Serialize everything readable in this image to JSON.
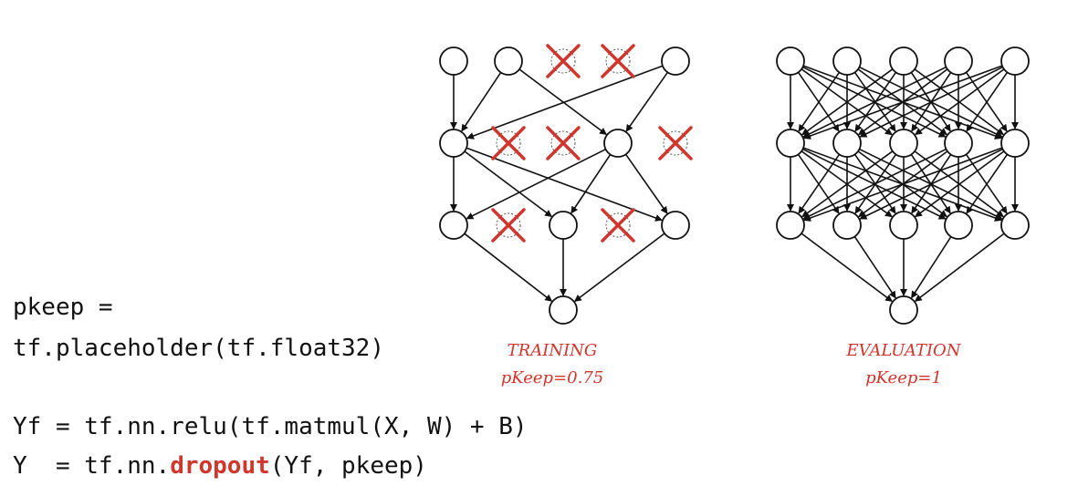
{
  "code": {
    "line1": "pkeep =",
    "line2": "tf.placeholder(tf.float32)",
    "line3": "Yf = tf.nn.relu(tf.matmul(X, W) + B)",
    "line4_prefix": "Y  = tf.nn.",
    "line4_keyword": "dropout",
    "line4_suffix": "(Yf, pkeep)"
  },
  "training": {
    "caption_title": "TRAINING",
    "caption_value": "pKeep=0.75",
    "dropped_nodes": [
      [
        0,
        2
      ],
      [
        0,
        3
      ],
      [
        1,
        1
      ],
      [
        1,
        2
      ],
      [
        1,
        4
      ],
      [
        2,
        1
      ],
      [
        2,
        3
      ]
    ],
    "edges": [
      [
        [
          0,
          0
        ],
        [
          1,
          0
        ]
      ],
      [
        [
          0,
          1
        ],
        [
          1,
          0
        ]
      ],
      [
        [
          0,
          1
        ],
        [
          1,
          3
        ]
      ],
      [
        [
          0,
          4
        ],
        [
          1,
          0
        ]
      ],
      [
        [
          0,
          4
        ],
        [
          1,
          3
        ]
      ],
      [
        [
          1,
          0
        ],
        [
          2,
          0
        ]
      ],
      [
        [
          1,
          0
        ],
        [
          2,
          2
        ]
      ],
      [
        [
          1,
          0
        ],
        [
          2,
          4
        ]
      ],
      [
        [
          1,
          3
        ],
        [
          2,
          0
        ]
      ],
      [
        [
          1,
          3
        ],
        [
          2,
          2
        ]
      ],
      [
        [
          1,
          3
        ],
        [
          2,
          4
        ]
      ],
      [
        [
          2,
          0
        ],
        [
          3,
          0
        ]
      ],
      [
        [
          2,
          2
        ],
        [
          3,
          0
        ]
      ],
      [
        [
          2,
          4
        ],
        [
          3,
          0
        ]
      ]
    ]
  },
  "evaluation": {
    "caption_title": "EVALUATION",
    "caption_value": "pKeep=1"
  },
  "colors": {
    "accent": "#d0362c",
    "stroke": "#111111"
  }
}
